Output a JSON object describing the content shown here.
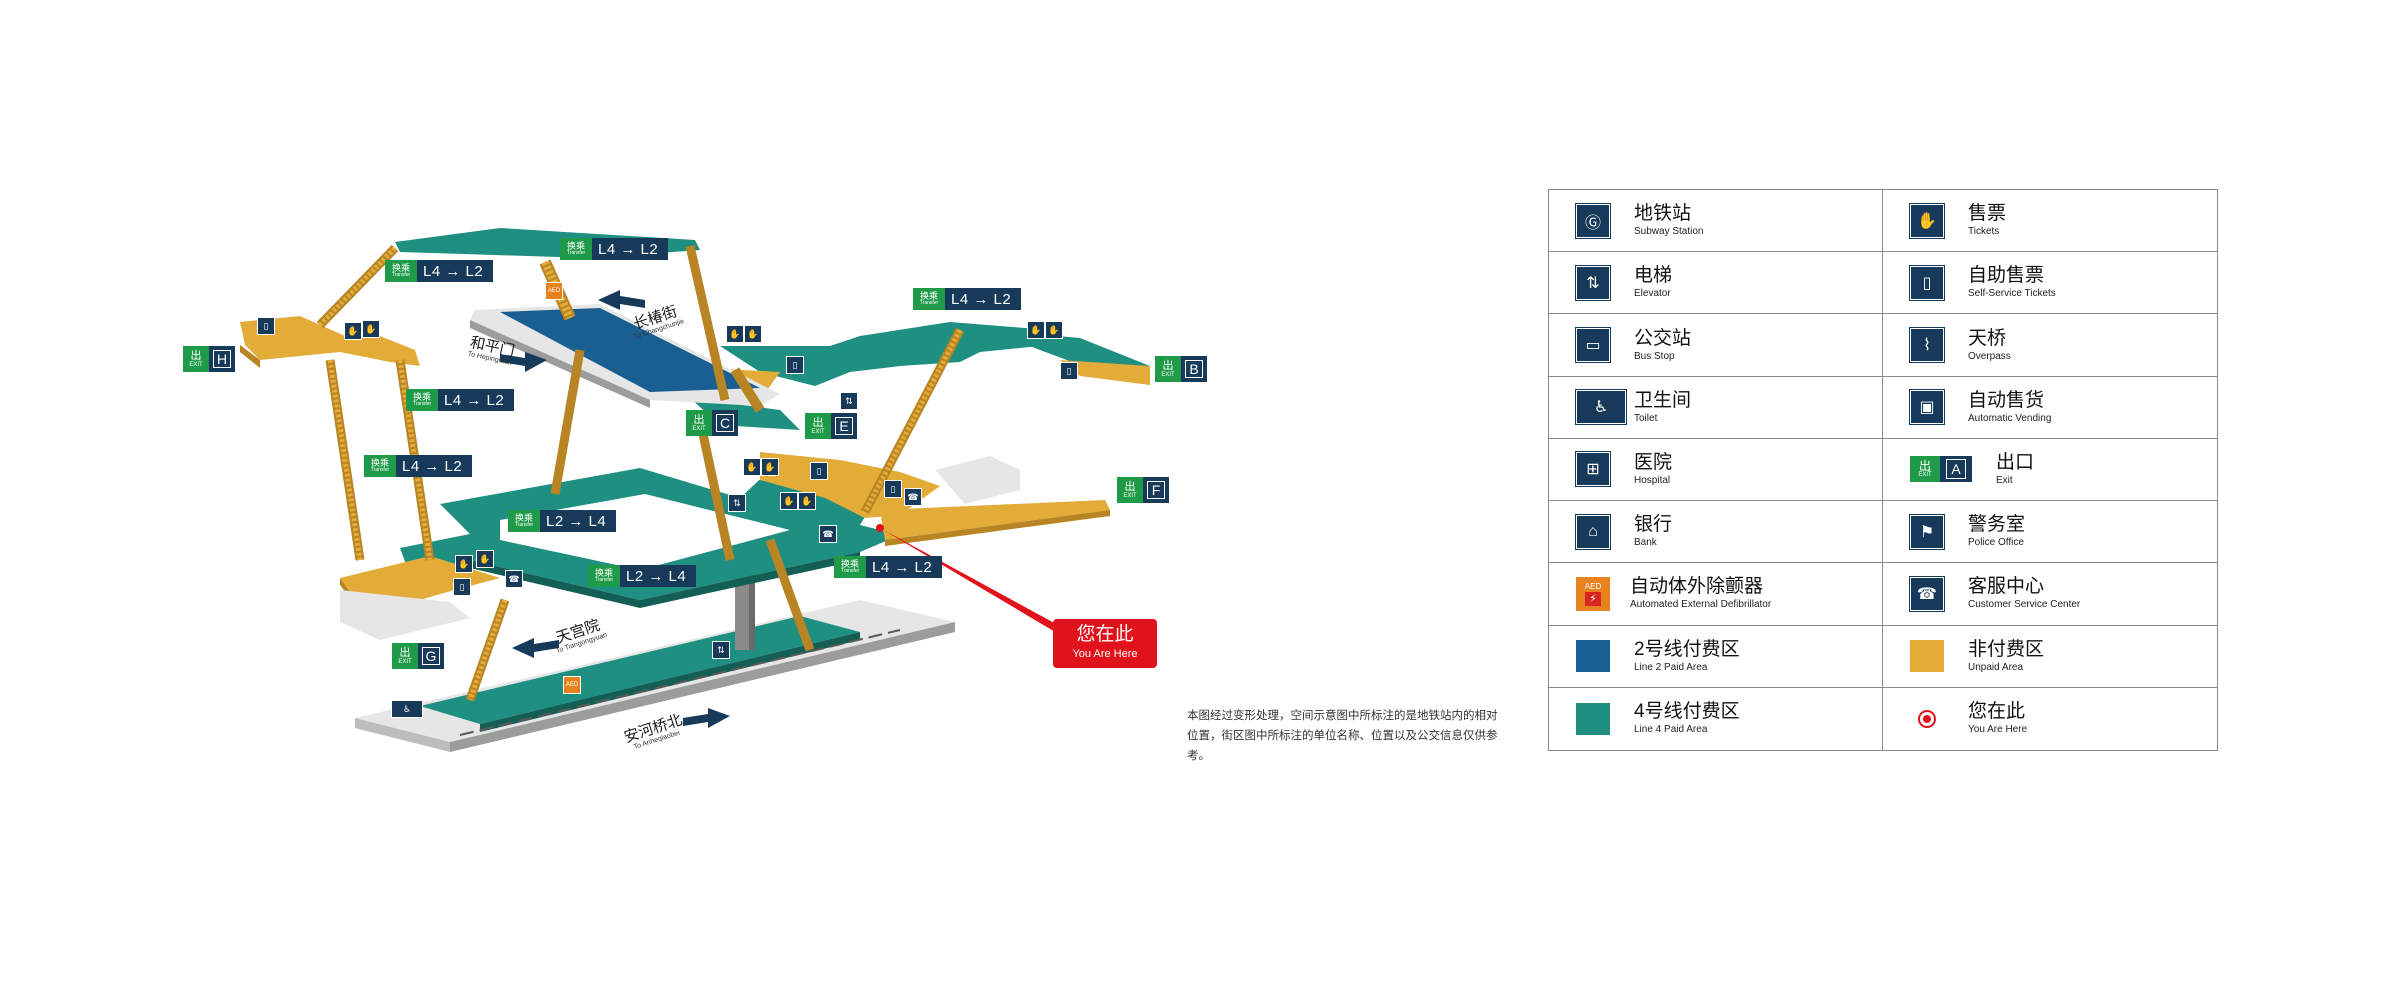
{
  "map": {
    "transfer_label": "换乘",
    "transfer_label_en": "Transfer",
    "exit_label": "出",
    "exit_label_en": "EXIT",
    "transfer_tags": [
      {
        "route": "L4 → L2"
      },
      {
        "route": "L4 → L2"
      },
      {
        "route": "L4 → L2"
      },
      {
        "route": "L4 → L2"
      },
      {
        "route": "L4 → L2"
      },
      {
        "route": "L2 → L4"
      },
      {
        "route": "L2 → L4"
      },
      {
        "route": "L4 → L2"
      }
    ],
    "exits": [
      "H",
      "B",
      "C",
      "E",
      "F",
      "G"
    ],
    "directions": [
      {
        "zh": "长椿街",
        "en": "To Changchunjie"
      },
      {
        "zh": "和平门",
        "en": "To Hepingmen"
      },
      {
        "zh": "天宫院",
        "en": "To Tiangongyuan"
      },
      {
        "zh": "安河桥北",
        "en": "To Anheqiaobei"
      }
    ],
    "you_are_here": {
      "zh": "您在此",
      "en": "You Are Here"
    },
    "aed_label": "AED",
    "note": "本图经过变形处理，空间示意图中所标注的是地铁站内的相对位置，街区图中所标注的单位名称、位置以及公交信息仅供参考。"
  },
  "legend": [
    {
      "zh": "地铁站",
      "en": "Subway Station",
      "icon": "subway-station-icon",
      "glyph": "Ⓖ"
    },
    {
      "zh": "售票",
      "en": "Tickets",
      "icon": "tickets-icon",
      "glyph": "✋"
    },
    {
      "zh": "电梯",
      "en": "Elevator",
      "icon": "elevator-icon",
      "glyph": "⇅"
    },
    {
      "zh": "自助售票",
      "en": "Self-Service Tickets",
      "icon": "self-service-tickets-icon",
      "glyph": "▯"
    },
    {
      "zh": "公交站",
      "en": "Bus Stop",
      "icon": "bus-stop-icon",
      "glyph": "▭"
    },
    {
      "zh": "天桥",
      "en": "Overpass",
      "icon": "overpass-icon",
      "glyph": "⌇"
    },
    {
      "zh": "卫生间",
      "en": "Toilet",
      "icon": "toilet-icon",
      "glyph": "♿"
    },
    {
      "zh": "自动售货",
      "en": "Automatic Vending",
      "icon": "automatic-vending-icon",
      "glyph": "▣"
    },
    {
      "zh": "医院",
      "en": "Hospital",
      "icon": "hospital-icon",
      "glyph": "⊞"
    },
    {
      "zh": "出口",
      "en": "Exit",
      "icon": "exit-icon",
      "glyph": "A"
    },
    {
      "zh": "银行",
      "en": "Bank",
      "icon": "bank-icon",
      "glyph": "⌂"
    },
    {
      "zh": "警务室",
      "en": "Police Office",
      "icon": "police-office-icon",
      "glyph": "⚑"
    },
    {
      "zh": "自动体外除颤器",
      "en": "Automated External Defibrillator",
      "icon": "aed-icon",
      "glyph": "AED"
    },
    {
      "zh": "客服中心",
      "en": "Customer Service Center",
      "icon": "customer-service-icon",
      "glyph": "☎"
    },
    {
      "zh": "2号线付费区",
      "en": "Line 2 Paid Area",
      "icon": "swatch-line2-icon",
      "color": "#1a5f92"
    },
    {
      "zh": "非付费区",
      "en": "Unpaid Area",
      "icon": "swatch-unpaid-icon",
      "color": "#e3ac38"
    },
    {
      "zh": "4号线付费区",
      "en": "Line 4 Paid Area",
      "icon": "swatch-line4-icon",
      "color": "#1e8f80"
    },
    {
      "zh": "您在此",
      "en": "You Are Here",
      "icon": "you-are-here-icon"
    }
  ],
  "colors": {
    "line2_paid": "#1a5f92",
    "line4_paid": "#1e8f80",
    "unpaid": "#e3ac38",
    "sign_navy": "#173a5a",
    "exit_green": "#1f9a48",
    "you_here_red": "#e0121c"
  }
}
